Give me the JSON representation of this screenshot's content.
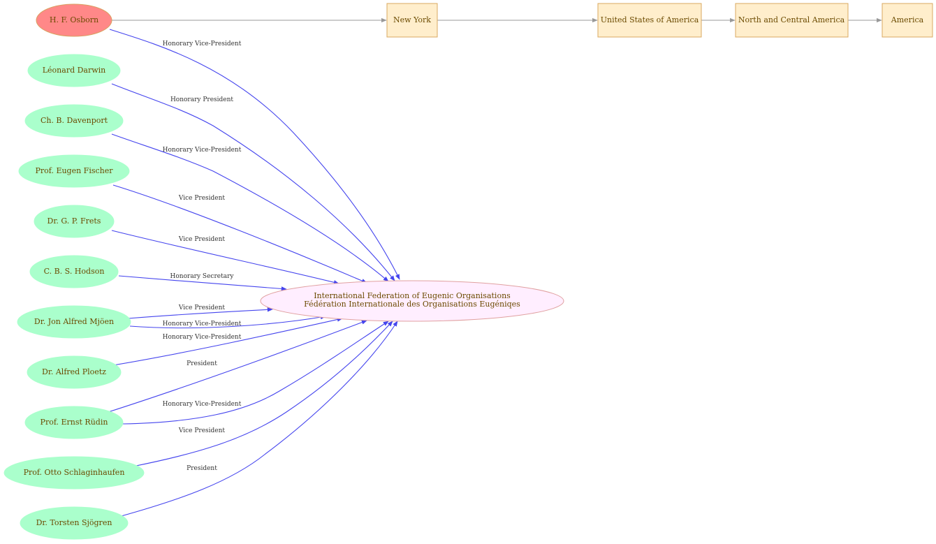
{
  "colors": {
    "person_fill": "#aaffcc",
    "highlight_fill": "#ff8888",
    "highlight_stroke": "#d9a060",
    "org_fill": "#ffeeff",
    "org_stroke": "#e0a0a0",
    "place_fill": "#ffeecc",
    "place_stroke": "#d9a860",
    "role_edge": "#4444ee",
    "place_edge": "#999999",
    "label_text": "#6b4a00"
  },
  "organisation": {
    "line1": "International Federation of Eugenic Organisations",
    "line2": "Fédération Internationale des Organisations Eugéniqes"
  },
  "places": [
    {
      "id": "new-york",
      "label": "New York"
    },
    {
      "id": "usa",
      "label": "United States of America"
    },
    {
      "id": "north-central-america",
      "label": "North and Central America"
    },
    {
      "id": "america",
      "label": "America"
    }
  ],
  "people": [
    {
      "id": "osborn",
      "label": "H. F. Osborn",
      "highlight": true
    },
    {
      "id": "darwin",
      "label": "Léonard Darwin"
    },
    {
      "id": "davenport",
      "label": "Ch. B. Davenport"
    },
    {
      "id": "fischer",
      "label": "Prof. Eugen Fischer"
    },
    {
      "id": "frets",
      "label": "Dr. G. P. Frets"
    },
    {
      "id": "hodson",
      "label": "C. B. S. Hodson"
    },
    {
      "id": "mjoen",
      "label": "Dr. Jon Alfred Mjöen"
    },
    {
      "id": "ploetz",
      "label": "Dr. Alfred Ploetz"
    },
    {
      "id": "rudin",
      "label": "Prof. Ernst Rüdin"
    },
    {
      "id": "schlaginhaufen",
      "label": "Prof. Otto Schlaginhaufen"
    },
    {
      "id": "sjogren",
      "label": "Dr. Torsten Sjögren"
    }
  ],
  "role_edges": [
    {
      "from": "osborn",
      "role": "Honorary Vice-President"
    },
    {
      "from": "darwin",
      "role": "Honorary President"
    },
    {
      "from": "davenport",
      "role": "Honorary Vice-President"
    },
    {
      "from": "fischer",
      "role": "Vice President"
    },
    {
      "from": "frets",
      "role": "Vice President"
    },
    {
      "from": "hodson",
      "role": "Honorary Secretary"
    },
    {
      "from": "mjoen",
      "role": "Vice President"
    },
    {
      "from": "mjoen",
      "role": "Honorary Vice-President"
    },
    {
      "from": "ploetz",
      "role": "Honorary Vice-President"
    },
    {
      "from": "rudin",
      "role": "President"
    },
    {
      "from": "rudin",
      "role": "Honorary Vice-President"
    },
    {
      "from": "schlaginhaufen",
      "role": "Vice President"
    },
    {
      "from": "sjogren",
      "role": "President"
    }
  ],
  "place_edges": [
    {
      "from": "osborn",
      "to": "new-york"
    },
    {
      "from": "new-york",
      "to": "usa"
    },
    {
      "from": "usa",
      "to": "north-central-america"
    },
    {
      "from": "north-central-america",
      "to": "america"
    }
  ]
}
